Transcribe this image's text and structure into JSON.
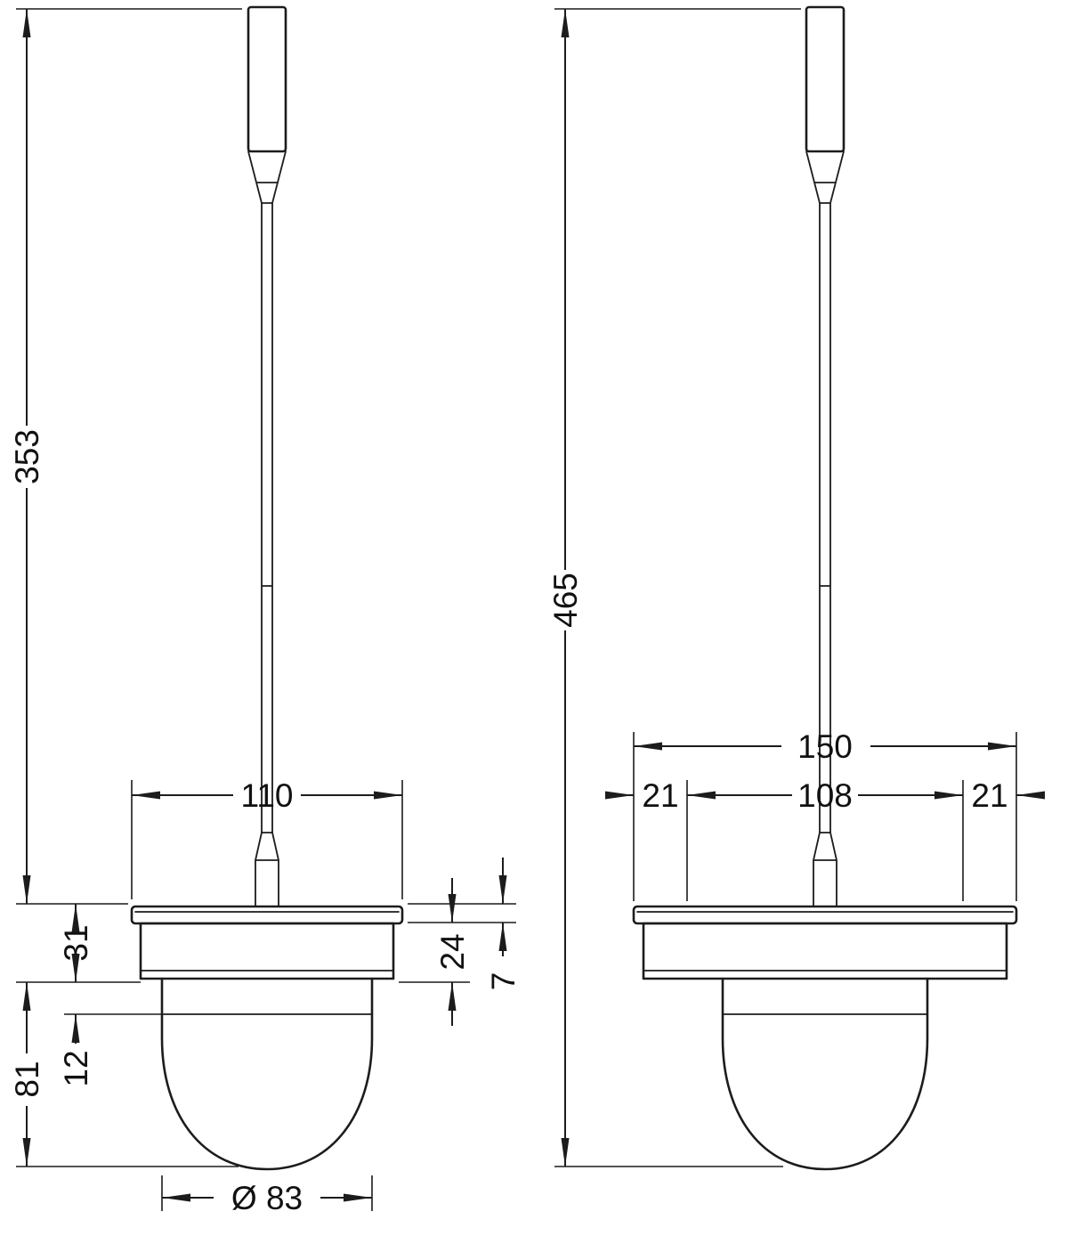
{
  "drawing": {
    "background": "#ffffff",
    "stroke_color": "#1c1c1c",
    "labels": {
      "front_overall_height": "353",
      "side_overall_height": "465",
      "front_plate_width": "110",
      "side_plate_width": "150",
      "side_left_offset": "21",
      "side_center_width": "108",
      "side_right_offset": "21",
      "plate_depth_total": "31",
      "plate_body_depth": "24",
      "plate_lip_depth": "7",
      "bowl_rim_offset": "12",
      "bowl_height": "81",
      "bowl_diameter": "Ø 83"
    }
  }
}
